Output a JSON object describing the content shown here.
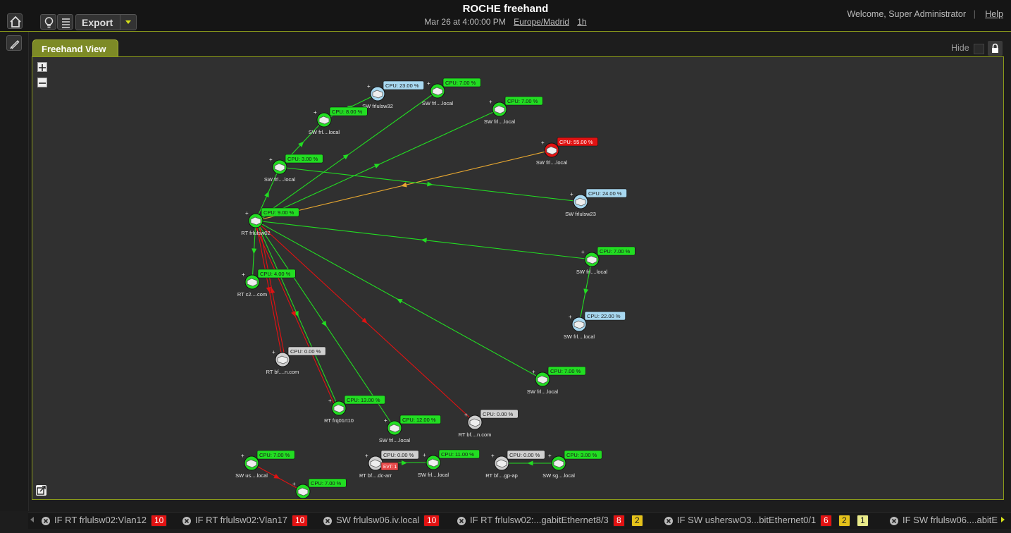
{
  "header": {
    "title": "ROCHE freehand",
    "date": "Mar 26 at 4:00:00 PM",
    "timezone": "Europe/Madrid",
    "range": "1h",
    "welcome": "Welcome, Super Administrator",
    "separator": "|",
    "help": "Help",
    "export_label": "Export"
  },
  "tab": {
    "label": "Freehand View"
  },
  "hide_label": "Hide",
  "colors": {
    "accent": "#8a9a1a",
    "ok": "#22dd22",
    "alarm": "#e21212",
    "warn": "#e8a830",
    "info": "#a8d8f0",
    "unknown": "#cfcfcf"
  },
  "nodes": [
    {
      "label": "SW frlulsw32",
      "cpu": "CPU: 23.00 %",
      "status": "info"
    },
    {
      "label": "SW frl....local",
      "cpu": "CPU: 7.00 %",
      "status": "ok"
    },
    {
      "label": "SW frl....local",
      "cpu": "CPU: 8.00 %",
      "status": "ok"
    },
    {
      "label": "SW frl....local",
      "cpu": "CPU: 7.00 %",
      "status": "ok"
    },
    {
      "label": "SW frl....local",
      "cpu": "CPU: 55.00 %",
      "status": "alarm"
    },
    {
      "label": "SW frl....local",
      "cpu": "CPU: 3.00 %",
      "status": "ok"
    },
    {
      "label": "SW frlulsw23",
      "cpu": "CPU: 24.00 %",
      "status": "info"
    },
    {
      "label": "RT frlulsw02",
      "cpu": "CPU: 9.00 %",
      "status": "ok"
    },
    {
      "label": "SW frl....local",
      "cpu": "CPU: 7.00 %",
      "status": "ok"
    },
    {
      "label": "RT c2....com",
      "cpu": "CPU: 4.00 %",
      "status": "ok"
    },
    {
      "label": "SW frl....local",
      "cpu": "CPU: 22.00 %",
      "status": "info"
    },
    {
      "label": "RT bf....n.com",
      "cpu": "CPU: 0.00 %",
      "status": "unknown"
    },
    {
      "label": "SW frl....local",
      "cpu": "CPU: 7.00 %",
      "status": "ok"
    },
    {
      "label": "RT frq01rt10",
      "cpu": "CPU: 13.00 %",
      "status": "ok"
    },
    {
      "label": "SW frl....local",
      "cpu": "CPU: 12.00 %",
      "status": "ok"
    },
    {
      "label": "RT bf....n.com",
      "cpu": "CPU: 0.00 %",
      "status": "unknown"
    },
    {
      "label": "SW us....local",
      "cpu": "CPU: 7.00 %",
      "status": "ok"
    },
    {
      "label": "RT bf....dc-arr",
      "cpu": "CPU: 0.00 %",
      "status": "unknown",
      "event": "EVT: 1"
    },
    {
      "label": "SW frl....local",
      "cpu": "CPU: 11.00 %",
      "status": "ok"
    },
    {
      "label": "RT bf....gp-ap",
      "cpu": "CPU: 0.00 %",
      "status": "unknown"
    },
    {
      "label": "SW sg....local",
      "cpu": "CPU: 3.00 %",
      "status": "ok"
    },
    {
      "label": "",
      "cpu": "CPU: 7.00 %",
      "status": "ok"
    }
  ],
  "links": [
    {
      "from": 7,
      "to": 5,
      "status": "ok"
    },
    {
      "from": 5,
      "to": 2,
      "status": "ok"
    },
    {
      "from": 2,
      "to": 0,
      "status": "ok"
    },
    {
      "from": 7,
      "to": 1,
      "status": "ok"
    },
    {
      "from": 7,
      "to": 3,
      "status": "ok"
    },
    {
      "from": 4,
      "to": 7,
      "status": "warn"
    },
    {
      "from": 5,
      "to": 6,
      "status": "ok"
    },
    {
      "from": 8,
      "to": 7,
      "status": "ok"
    },
    {
      "from": 8,
      "to": 10,
      "status": "ok"
    },
    {
      "from": 7,
      "to": 9,
      "status": "ok"
    },
    {
      "from": 12,
      "to": 7,
      "status": "ok"
    },
    {
      "from": 7,
      "to": 13,
      "status": "ok"
    },
    {
      "from": 7,
      "to": 14,
      "status": "ok"
    },
    {
      "from": 7,
      "to": 11,
      "status": "alarm"
    },
    {
      "from": 11,
      "to": 7,
      "status": "alarm"
    },
    {
      "from": 7,
      "to": 13,
      "status": "alarm"
    },
    {
      "from": 7,
      "to": 15,
      "status": "alarm"
    },
    {
      "from": 20,
      "to": 19,
      "status": "ok"
    },
    {
      "from": 17,
      "to": 18,
      "status": "ok"
    },
    {
      "from": 16,
      "to": 21,
      "status": "alarm"
    }
  ],
  "alarms": [
    {
      "text": "IF RT frlulsw02:Vlan12",
      "counts": [
        {
          "v": "10",
          "c": "red"
        }
      ]
    },
    {
      "text": "IF RT frlulsw02:Vlan17",
      "counts": [
        {
          "v": "10",
          "c": "red"
        }
      ]
    },
    {
      "text": "SW frlulsw06.iv.local",
      "counts": [
        {
          "v": "10",
          "c": "red"
        }
      ]
    },
    {
      "text": "IF RT frlulsw02:...gabitEthernet8/3",
      "counts": [
        {
          "v": "8",
          "c": "red"
        },
        {
          "v": "2",
          "c": "yel"
        }
      ]
    },
    {
      "text": "IF SW usherswO3...bitEthernet0/1",
      "counts": [
        {
          "v": "6",
          "c": "red"
        },
        {
          "v": "2",
          "c": "yel"
        },
        {
          "v": "1",
          "c": "lyel"
        }
      ]
    },
    {
      "text": "IF SW frlulsw06....abitE",
      "counts": []
    }
  ]
}
